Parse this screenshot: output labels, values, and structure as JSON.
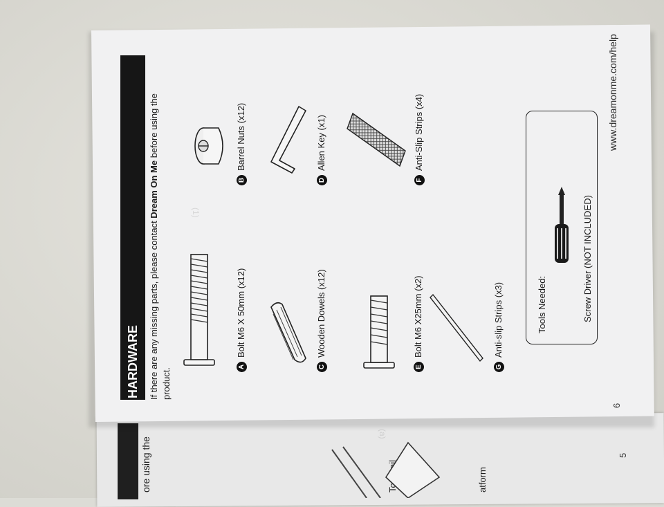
{
  "header": {
    "title": "HARDWARE"
  },
  "intro": {
    "line1_prefix": "If there are any missing parts, please contact ",
    "brand": "Dream On Me",
    "line1_suffix": " before using the",
    "line2": "product."
  },
  "parts": [
    {
      "letter": "A",
      "label": "Bolt M6 X 50mm (x12)",
      "icon": "bolt-icon"
    },
    {
      "letter": "B",
      "label": "Barrel Nuts (x12)",
      "icon": "barrel-nut-icon"
    },
    {
      "letter": "C",
      "label": "Wooden Dowels (x12)",
      "icon": "dowel-icon"
    },
    {
      "letter": "D",
      "label": "Allen Key (x1)",
      "icon": "allen-key-icon"
    },
    {
      "letter": "E",
      "label": "Bolt M6 X25mm (x2)",
      "icon": "short-bolt-icon"
    },
    {
      "letter": "F",
      "label": "Anti-Slip Strips (x4)",
      "icon": "anti-slip-strip-icon"
    },
    {
      "letter": "G",
      "label": "Anti-slip Strips (x3)",
      "icon": "thin-strip-icon"
    }
  ],
  "tools": {
    "heading": "Tools Needed:",
    "item": "Screw Driver (NOT INCLUDED)",
    "icon": "screwdriver-icon"
  },
  "footer": {
    "url": "www.dreamonme.com/help",
    "page_number": "6"
  },
  "back_page": {
    "text_top": "ore using the",
    "label_top_rail": "Top Rail",
    "label_platform": "atform",
    "page_number": "5"
  }
}
